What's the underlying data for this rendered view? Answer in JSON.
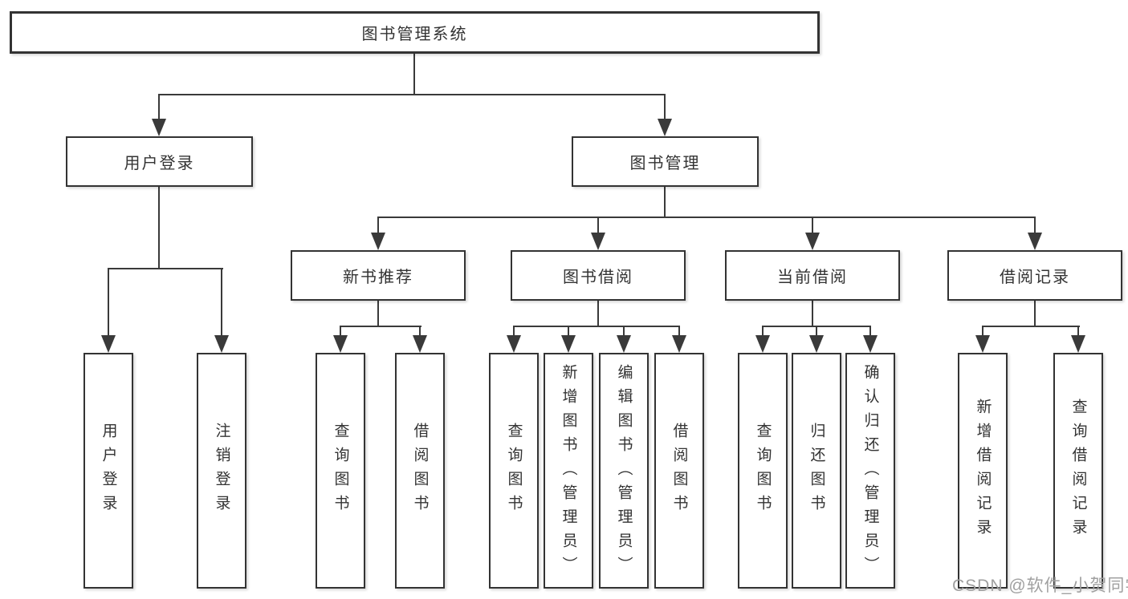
{
  "nodes": {
    "root": {
      "label": "图书管理系统"
    },
    "user_login": {
      "label": "用户登录"
    },
    "book_mgmt": {
      "label": "图书管理"
    },
    "new_book_rec": {
      "label": "新书推荐"
    },
    "book_borrow": {
      "label": "图书借阅"
    },
    "current_borrow": {
      "label": "当前借阅"
    },
    "borrow_record": {
      "label": "借阅记录"
    },
    "ul_user_login": {
      "label": "用户登录"
    },
    "ul_logout": {
      "label": "注销登录"
    },
    "nr_query": {
      "label": "查询图书"
    },
    "nr_borrow": {
      "label": "借阅图书"
    },
    "bb_query": {
      "label": "查询图书"
    },
    "bb_add": {
      "label": "新增图书（管理员）"
    },
    "bb_edit": {
      "label": "编辑图书（管理员）"
    },
    "bb_borrow": {
      "label": "借阅图书"
    },
    "cb_query": {
      "label": "查询图书"
    },
    "cb_return": {
      "label": "归还图书"
    },
    "cb_confirm": {
      "label": "确认归还（管理员）"
    },
    "br_add": {
      "label": "新增借阅记录"
    },
    "br_query": {
      "label": "查询借阅记录"
    }
  },
  "watermark": {
    "text": "CSDN @软件_小贺同学"
  },
  "colors": {
    "line": "#3a3a3a",
    "border": "#333333",
    "text": "#333333",
    "watermark": "#a0a0a0",
    "background": "#ffffff"
  }
}
